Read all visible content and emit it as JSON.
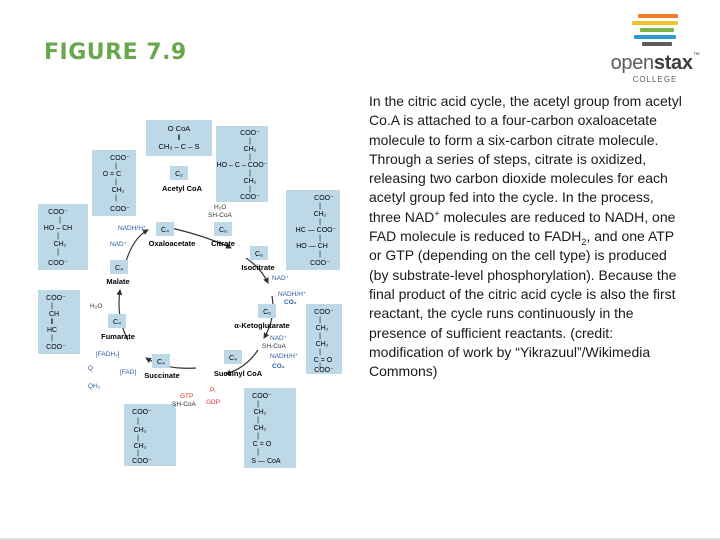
{
  "slide": {
    "title": "FIGURE 7.9"
  },
  "logo": {
    "word_light": "open",
    "word_bold": "stax",
    "trademark": "™",
    "subtitle": "COLLEGE",
    "bar_colors": [
      "#f47b2a",
      "#f2c12e",
      "#7ab648",
      "#2b9bd6",
      "#5b5b5b"
    ]
  },
  "caption": {
    "p1": "In the citric acid cycle, the acetyl group from acetyl Co.A is attached to a four-carbon oxaloacetate molecule to form a six-carbon citrate molecule. Through a series of steps, citrate is oxidized, releasing two carbon dioxide molecules for each acetyl group fed into the cycle. In the process, three NAD",
    "nad_sup": "+",
    "p2": " molecules are reduced to NADH, one FAD molecule is reduced to FADH",
    "fadh_sub": "2",
    "p3": ", and one ATP or GTP (depending on the cell type) is produced (by substrate-level phosphorylation). Because the final product of the citric acid cycle is also the first reactant, the cycle runs continuously in the presence of sufficient reactants. (credit: modification of work by “Yikrazuul”/Wikimedia Commons)"
  },
  "diagram": {
    "colors": {
      "box": "#bdd9e8",
      "arrow": "#333333",
      "red": "#d6332a",
      "blue": "#2b5fa6"
    },
    "acetyl_coa": {
      "top": "O  CoA",
      "mid": "‖",
      "bottom": "CH₃ – C – S",
      "label": "Acetyl CoA",
      "carbon": "C₂"
    },
    "citrate": {
      "lines": [
        "COO⁻",
        "|",
        "CH₂",
        "|",
        "HO – C – COO⁻",
        "|",
        "CH₂",
        "|",
        "COO⁻"
      ],
      "label": "Citrate",
      "carbon": "C₆"
    },
    "isocitrate": {
      "lines": [
        "COO⁻",
        "|",
        "CH₂",
        "|",
        "HC — COO⁻",
        "|",
        "HO — CH",
        "|",
        "COO⁻"
      ],
      "label": "Isocitrate",
      "carbon": "C₆"
    },
    "ketoglutarate": {
      "lines": [
        "COO⁻",
        "|",
        "CH₂",
        "|",
        "CH₂",
        "|",
        "C = O",
        "|",
        "COO⁻"
      ],
      "label": "α-Ketoglutarate",
      "carbon": "C₅"
    },
    "succinyl_coa": {
      "lines": [
        "COO⁻",
        "|",
        "CH₂",
        "|",
        "CH₂",
        "|",
        "C = O",
        "|",
        "S — CoA"
      ],
      "label": "Succinyl CoA",
      "carbon": "C₄"
    },
    "succinate": {
      "lines": [
        "COO⁻",
        "|",
        "CH₂",
        "|",
        "CH₂",
        "|",
        "COO⁻"
      ],
      "label": "Succinate",
      "carbon": "C₄"
    },
    "fumarate": {
      "lines": [
        "COO⁻",
        "|",
        "CH",
        "‖",
        "HC",
        "|",
        "COO⁻"
      ],
      "label": "Fumarate",
      "carbon": "C₄"
    },
    "malate": {
      "lines": [
        "COO⁻",
        "|",
        "HO – CH",
        "|",
        "CH₂",
        "|",
        "COO⁻"
      ],
      "label": "Malate",
      "carbon": "C₄"
    },
    "oxaloacetate": {
      "lines": [
        "COO⁻",
        "|",
        "O = C",
        "|",
        "CH₂",
        "|",
        "COO⁻"
      ],
      "label": "Oxaloacetate",
      "carbon": "C₄"
    },
    "reactants": {
      "h2o_sh": [
        "H₂O",
        "SH-CoA"
      ],
      "nadh_in": "NADH/H⁺",
      "nad_in": "NAD⁺",
      "nad_iso": "NAD⁺",
      "nadh_iso": "NADH/H⁺",
      "co2_iso": "CO₂",
      "nad_kg": "NAD⁺",
      "shcoa_kg": "SH-CoA",
      "nadh_kg": "NADH/H⁺",
      "co2_kg": "CO₂",
      "gtp": "GTP",
      "shcoa_gtp": "SH-CoA",
      "pi": "Pᵢ",
      "gdp": "GDP",
      "fadh2": "[FADH₂]",
      "fad": "[FAD]",
      "q": "Q",
      "qh2": "QH₂",
      "h2o_fum": "H₂O"
    }
  }
}
